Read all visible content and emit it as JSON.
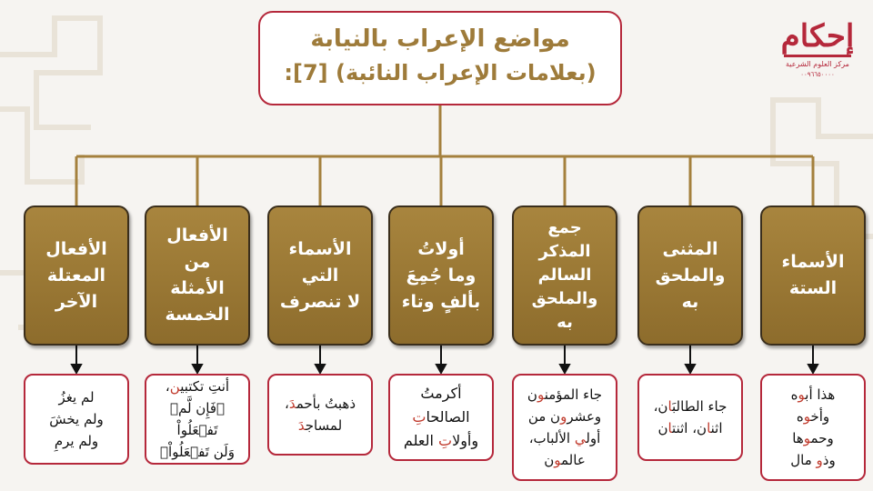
{
  "title": {
    "line1": "مواضع الإعراب بالنيابة",
    "line2": "(بعلامات الإعراب النائبة) [7]:"
  },
  "logo": {
    "mark": "إحكام",
    "subtitle": "مركز العلوم الشرعية",
    "phone": "٠٠٩٦٦٥٠٠٠٠"
  },
  "categories": [
    {
      "label": "الأسماء\nالستة",
      "example": [
        [
          "هذا أب",
          "و",
          "ه"
        ],
        [
          "وأخ",
          "و",
          "ه"
        ],
        [
          "وحم",
          "و",
          "ها"
        ],
        [
          "وذ",
          "و",
          " مال"
        ]
      ]
    },
    {
      "label": "المثنى\nوالملحق\nبه",
      "example": [
        [
          "جاء الطالبَ",
          "ا",
          "ن،"
        ],
        [
          "اثن",
          "ا",
          "ن، اثنت",
          "ا",
          "ن"
        ]
      ]
    },
    {
      "label": "جمع\nالمذكر\nالسالم\nوالملحق\nبه",
      "example": [
        [
          "جاء المؤمن",
          "و",
          "ن"
        ],
        [
          "وعشر",
          "و",
          "ن من"
        ],
        [
          "أول",
          "ي",
          " الألباب،"
        ],
        [
          "عالم",
          "و",
          "ن"
        ]
      ]
    },
    {
      "label": "أولاتُ\nوما جُمِعَ\nبألفٍ وتاء",
      "example": [
        [
          "أكرمتُ"
        ],
        [
          "الصالحا",
          "تِ"
        ],
        [
          "وأولا",
          "تِ",
          " العلم"
        ]
      ]
    },
    {
      "label": "الأسماء\nالتي\nلا تنصرف",
      "example": [
        [
          "ذهبتُ بأحم",
          "دَ",
          "،"
        ],
        [
          "لمساج",
          "دَ"
        ]
      ]
    },
    {
      "label": "الأفعال\nمن\nالأمثلة\nالخمسة",
      "example": [
        [
          "أنتِ تكتبي",
          "ن",
          "،"
        ],
        [
          "﴿فَإِن لَّمۡ تَفۡعَلُواْ"
        ],
        [
          "وَلَن تَفۡعَلُواْ﴾"
        ]
      ]
    },
    {
      "label": "الأفعال\nالمعتلة\nالآخر",
      "example": [
        [
          "لم يغزُ"
        ],
        [
          "ولم يخشَ"
        ],
        [
          "ولم يرمِ"
        ]
      ]
    }
  ],
  "colors": {
    "accent": "#b5283b",
    "gold": "#9e7b3a",
    "card": "#9a7a35",
    "highlight": "#c0392b"
  }
}
